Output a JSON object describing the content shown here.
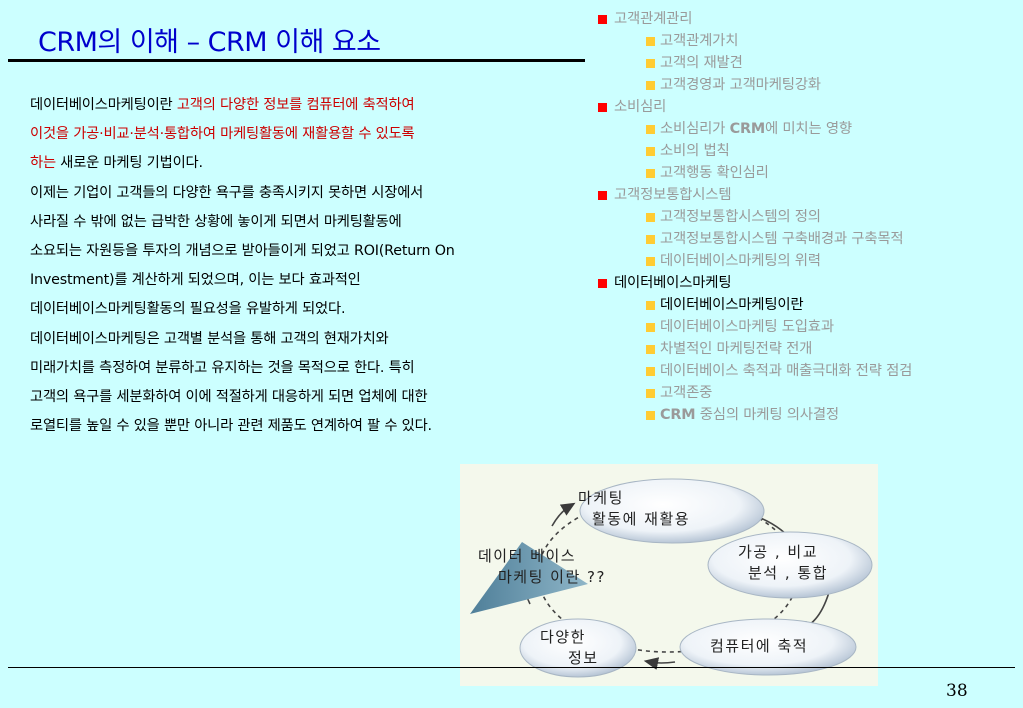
{
  "title": "CRM의 이해 – CRM 이해 요소",
  "body": {
    "p1_pre": "데이터베이스마케팅이란 ",
    "p1_red_a": "고객의 다양한 정보를 컴퓨터에 축적하여",
    "p1_red_b": "이것을 가공·비교·분석·통합하여 마케팅활동에 재활용할 수 있도록",
    "p1_red_c": "하는",
    "p1_post": " 새로운 마케팅 기법이다.",
    "lines": [
      "이제는 기업이 고객들의 다양한 욕구를 충족시키지 못하면 시장에서",
      "사라질 수 밖에 없는 급박한 상황에 놓이게 되면서 마케팅활동에",
      "소요되는 자원등을 투자의 개념으로 받아들이게 되었고 ROI(Return On",
      "Investment)를 계산하게 되었으며, 이는 보다 효과적인",
      "데이터베이스마케팅활동의 필요성을 유발하게 되었다.",
      "데이터베이스마케팅은 고객별 분석을 통해 고객의 현재가치와",
      "미래가치를 측정하여 분류하고 유지하는 것을 목적으로 한다. 특히",
      "고객의 욕구를 세분화하여 이에 적절하게 대응하게 되면 업체에 대한",
      "로열티를 높일 수 있을 뿐만 아니라 관련 제품도 연계하여 팔 수 있다."
    ]
  },
  "outline": [
    {
      "level": 1,
      "label": "고객관계관리",
      "active": false
    },
    {
      "level": 2,
      "label": "고객관계가치",
      "active": false
    },
    {
      "level": 2,
      "label": "고객의 재발견",
      "active": false
    },
    {
      "level": 2,
      "label": "고객경영과 고객마케팅강화",
      "active": false
    },
    {
      "level": 1,
      "label": "소비심리",
      "active": false
    },
    {
      "level": 2,
      "label": "소비심리가 CRM에 미치는 영향",
      "active": false
    },
    {
      "level": 2,
      "label": "소비의 법칙",
      "active": false
    },
    {
      "level": 2,
      "label": "고객행동 확인심리",
      "active": false
    },
    {
      "level": 1,
      "label": "고객정보통합시스템",
      "active": false
    },
    {
      "level": 2,
      "label": "고객정보통합시스템의 정의",
      "active": false
    },
    {
      "level": 2,
      "label": "고객정보통합시스템 구축배경과 구축목적",
      "active": false
    },
    {
      "level": 2,
      "label": "데이터베이스마케팅의 위력",
      "active": false
    },
    {
      "level": 1,
      "label": "데이터베이스마케팅",
      "active": true
    },
    {
      "level": 2,
      "label": "데이터베이스마케팅이란",
      "active": true
    },
    {
      "level": 2,
      "label": "데이터베이스마케팅 도입효과",
      "active": false
    },
    {
      "level": 2,
      "label": "차별적인 마케팅전략 전개",
      "active": false
    },
    {
      "level": 2,
      "label": "데이터베이스 축적과 매출극대화 전략 점검",
      "active": false
    },
    {
      "level": 2,
      "label": "고객존중",
      "active": false
    },
    {
      "level": 2,
      "label": "CRM 중심의 마케팅 의사결정",
      "active": false
    }
  ],
  "diagram": {
    "center_line1": "데이터 베이스",
    "center_line2": "마케팅 이란 ??",
    "node_top_line1": "마케팅",
    "node_top_line2": "활동에 재활용",
    "node_right_line1": "가공 , 비교",
    "node_right_line2": "분석 , 통합",
    "node_bottom_right": "컴퓨터에 축적",
    "node_bottom_left_line1": "다양한",
    "node_bottom_left_line2": "정보"
  },
  "page_number": "38",
  "colors": {
    "background": "#ccffff",
    "title": "#0000cc",
    "emphasis": "#cc0000",
    "l1_bullet": "#ff0000",
    "l2_bullet": "#ffcc33",
    "inactive": "#9a9a9a"
  }
}
